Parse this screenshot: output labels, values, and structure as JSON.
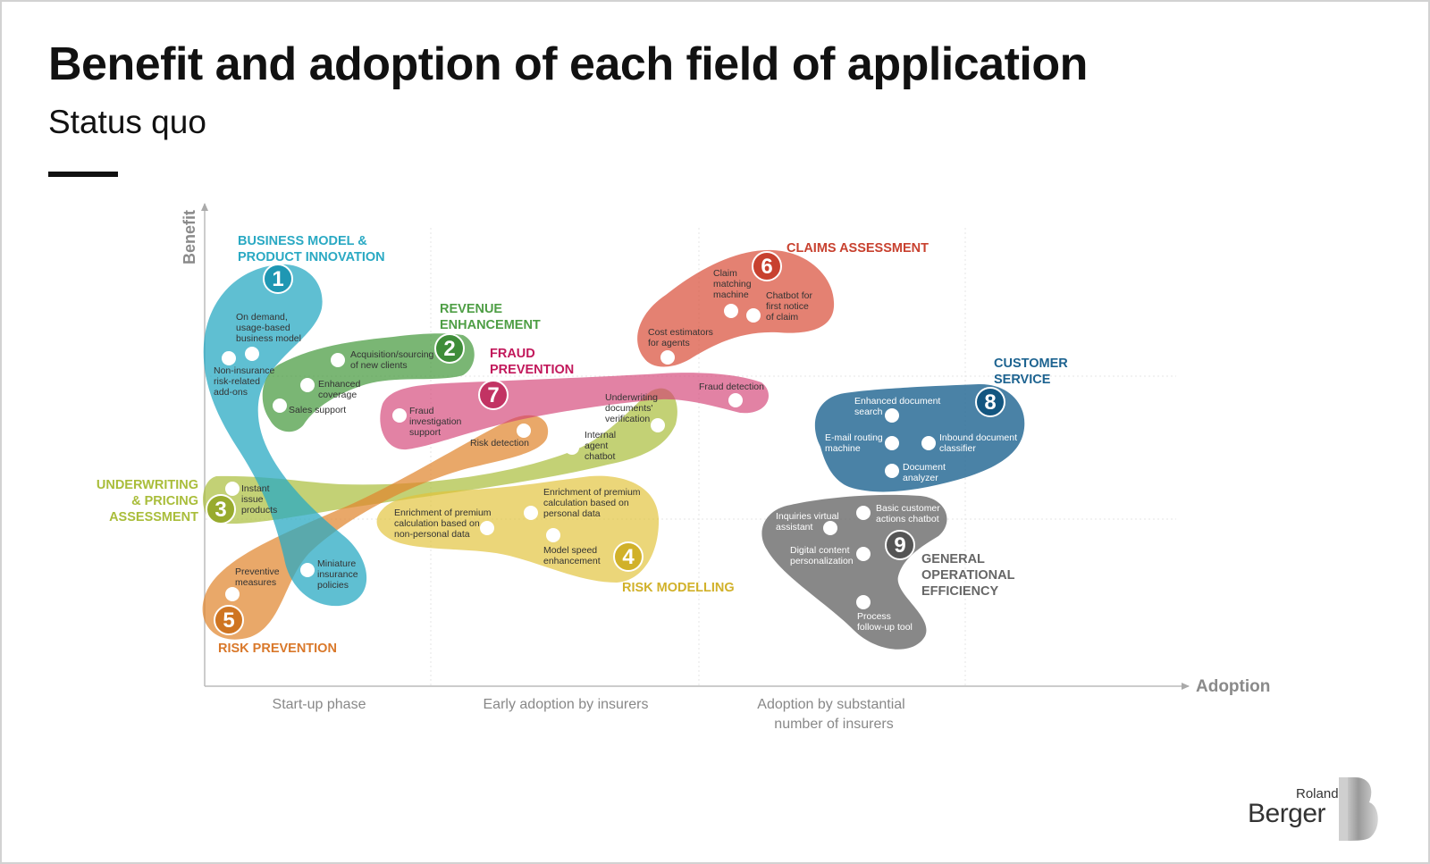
{
  "header": {
    "title": "Benefit and adoption of each field of application",
    "subtitle": "Status quo"
  },
  "axes": {
    "y_label": "Benefit",
    "x_label": "Adoption",
    "phases": [
      "Start-up phase",
      "Early adoption by insurers",
      "Adoption by substantial",
      "number of insurers"
    ]
  },
  "colors": {
    "business_model": "#2aa9c3",
    "revenue": "#4e9e45",
    "underwriting": "#a9bd3a",
    "risk_modelling": "#e2c33a",
    "risk_prevention": "#e0862f",
    "claims": "#d9503c",
    "fraud": "#d23f73",
    "customer_service": "#1d6390",
    "general_efficiency": "#666666"
  },
  "fields": {
    "business_model": {
      "number": "1",
      "title_line1": "BUSINESS MODEL &",
      "title_line2": "PRODUCT INNOVATION"
    },
    "revenue": {
      "number": "2",
      "title_line1": "REVENUE",
      "title_line2": "ENHANCEMENT"
    },
    "underwriting": {
      "number": "3",
      "title_line1": "UNDERWRITING",
      "title_line2": "& PRICING",
      "title_line3": "ASSESSMENT"
    },
    "risk_modelling": {
      "number": "4",
      "title_line1": "RISK MODELLING"
    },
    "risk_prevention": {
      "number": "5",
      "title_line1": "RISK PREVENTION"
    },
    "claims": {
      "number": "6",
      "title_line1": "CLAIMS ASSESSMENT"
    },
    "fraud": {
      "number": "7",
      "title_line1": "FRAUD",
      "title_line2": "PREVENTION"
    },
    "customer_service": {
      "number": "8",
      "title_line1": "CUSTOMER",
      "title_line2": "SERVICE"
    },
    "general_efficiency": {
      "number": "9",
      "title_line1": "GENERAL",
      "title_line2": "OPERATIONAL",
      "title_line3": "EFFICIENCY"
    }
  },
  "labels": {
    "on_demand": [
      "On demand,",
      "usage-based",
      "business model"
    ],
    "non_insurance": [
      "Non-insurance",
      "risk-related",
      "add-ons"
    ],
    "acquisition": [
      "Acquisition/sourcing",
      "of new clients"
    ],
    "enhanced_coverage": [
      "Enhanced",
      "coverage"
    ],
    "sales_support": [
      "Sales support"
    ],
    "fraud_investigation": [
      "Fraud",
      "investigation",
      "support"
    ],
    "risk_detection": [
      "Risk detection"
    ],
    "underwriting_docs": [
      "Underwriting",
      "documents'",
      "verification"
    ],
    "internal_agent": [
      "Internal",
      "agent",
      "chatbot"
    ],
    "fraud_detection": [
      "Fraud detection"
    ],
    "claim_matching": [
      "Claim",
      "matching",
      "machine"
    ],
    "chatbot_fnol": [
      "Chatbot for",
      "first notice",
      "of claim"
    ],
    "cost_estimators": [
      "Cost estimators",
      "for agents"
    ],
    "instant_issue": [
      "Instant",
      "issue",
      "products"
    ],
    "enrich_nonpersonal": [
      "Enrichment of premium",
      "calculation based on",
      "non-personal data"
    ],
    "enrich_personal": [
      "Enrichment of premium",
      "calculation based on",
      "personal data"
    ],
    "model_speed": [
      "Model speed",
      "enhancement"
    ],
    "preventive": [
      "Preventive",
      "measures"
    ],
    "miniature": [
      "Miniature",
      "insurance",
      "policies"
    ],
    "enhanced_doc_search": [
      "Enhanced document",
      "search"
    ],
    "email_routing": [
      "E-mail routing",
      "machine"
    ],
    "inbound_doc": [
      "Inbound document",
      "classifier"
    ],
    "doc_analyzer": [
      "Document",
      "analyzer"
    ],
    "inquiries_va": [
      "Inquiries virtual",
      "assistant"
    ],
    "basic_chatbot": [
      "Basic customer",
      "actions chatbot"
    ],
    "digital_content": [
      "Digital content",
      "personalization"
    ],
    "process_followup": [
      "Process",
      "follow-up tool"
    ]
  },
  "logo": {
    "line1": "Roland",
    "line2": "Berger"
  }
}
